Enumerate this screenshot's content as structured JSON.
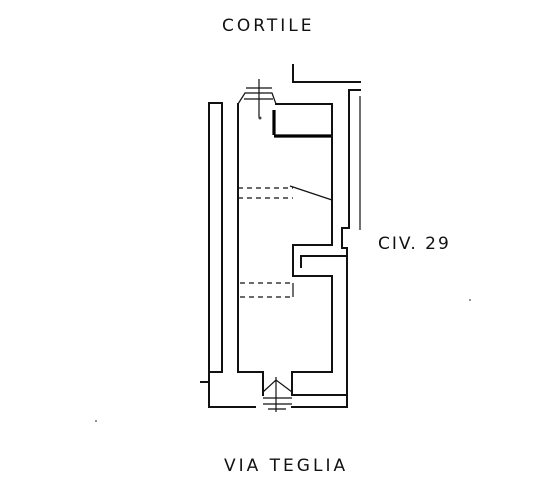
{
  "labels": {
    "top": "CORTILE",
    "right": "CIV. 29",
    "bottom": "VIA TEGLIA"
  },
  "colors": {
    "line": "#111111",
    "background": "#ffffff"
  }
}
